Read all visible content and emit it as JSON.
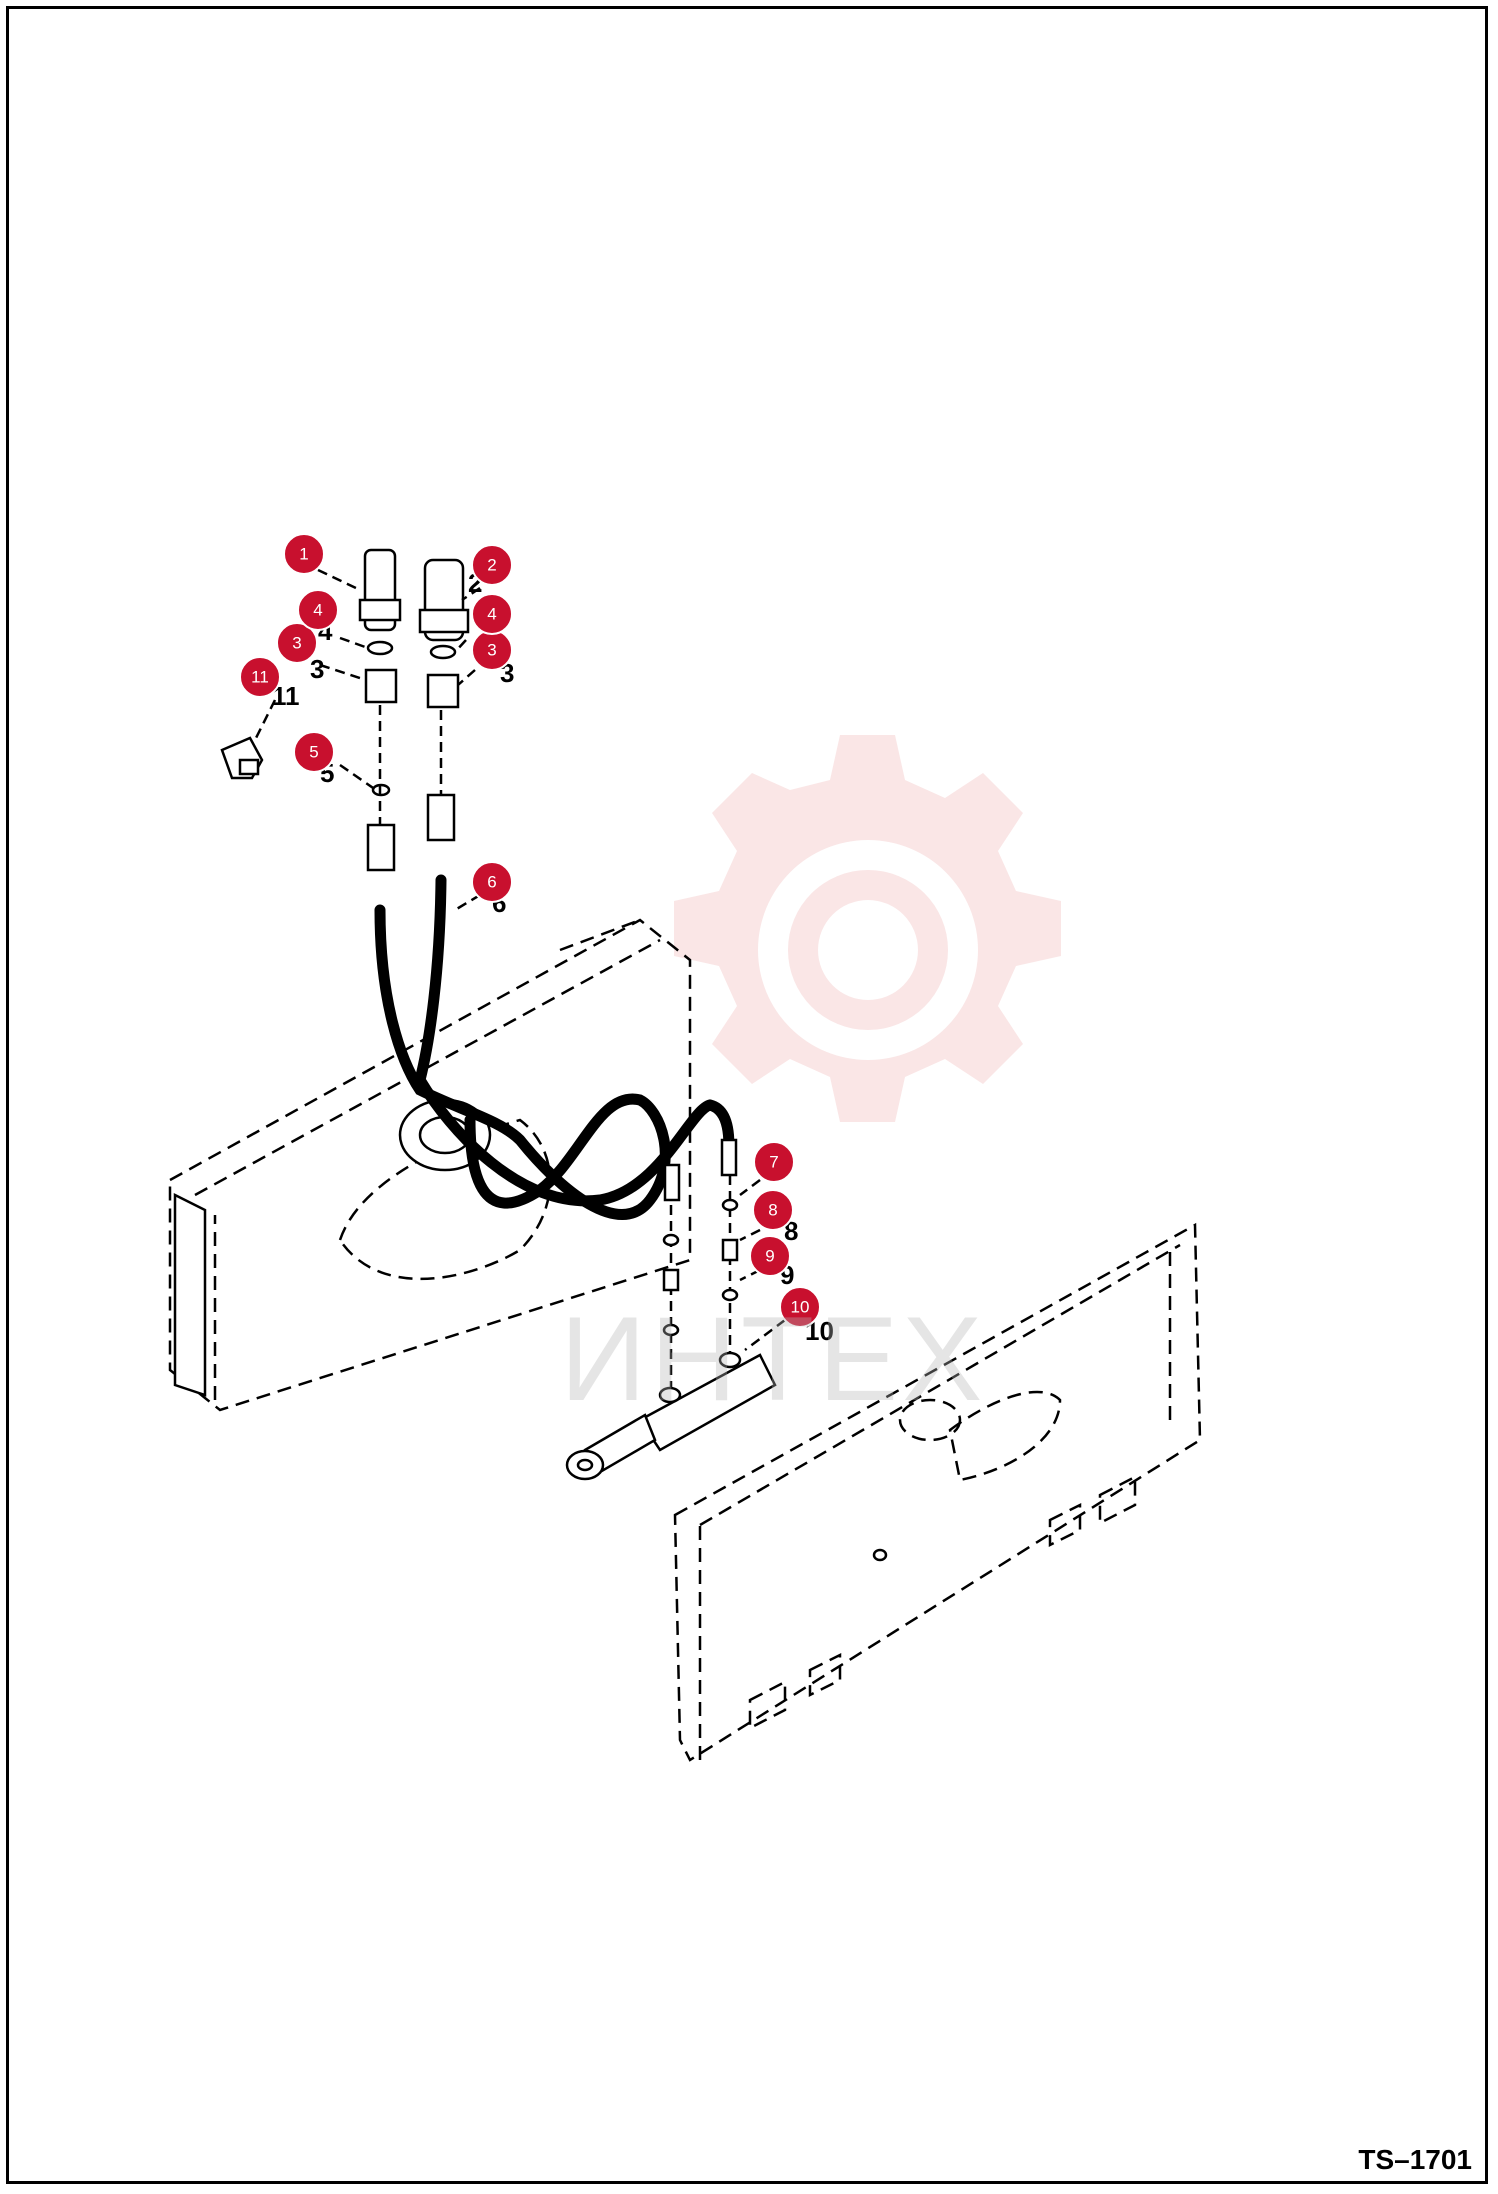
{
  "document": {
    "code": "TS–1701",
    "watermark_text": "ИНТЕХ"
  },
  "callouts": [
    {
      "id": "1",
      "label": "1"
    },
    {
      "id": "2",
      "label": "2"
    },
    {
      "id": "3a",
      "label": "3"
    },
    {
      "id": "3b",
      "label": "3"
    },
    {
      "id": "4a",
      "label": "4"
    },
    {
      "id": "4b",
      "label": "4"
    },
    {
      "id": "5",
      "label": "5"
    },
    {
      "id": "6",
      "label": "6"
    },
    {
      "id": "7",
      "label": "7"
    },
    {
      "id": "8",
      "label": "8"
    },
    {
      "id": "9",
      "label": "9"
    },
    {
      "id": "10",
      "label": "10"
    },
    {
      "id": "11",
      "label": "11"
    }
  ],
  "part_numbers": [
    {
      "id": "p2",
      "label": "2"
    },
    {
      "id": "p3a",
      "label": "3"
    },
    {
      "id": "p3b",
      "label": "3"
    },
    {
      "id": "p4a",
      "label": "4"
    },
    {
      "id": "p5",
      "label": "5"
    },
    {
      "id": "p6",
      "label": "6"
    },
    {
      "id": "p8",
      "label": "8"
    },
    {
      "id": "p9",
      "label": "9"
    },
    {
      "id": "p10",
      "label": "10"
    },
    {
      "id": "p11",
      "label": "11"
    }
  ],
  "colors": {
    "callout_badge": "#c8102e",
    "watermark_gear": "#f2b8b8"
  }
}
